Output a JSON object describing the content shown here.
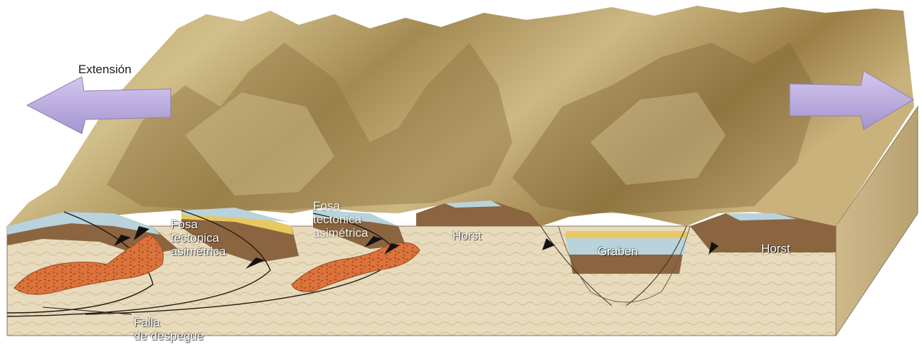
{
  "labels": {
    "extension": "Extensión",
    "fosa_left": [
      "Fosa",
      "tectonica",
      "asimétrica"
    ],
    "fosa_middle": [
      "Fosa",
      "tectonica",
      "asimétrica"
    ],
    "horst_left": "Horst",
    "graben": "Graben",
    "horst_right": "Horst",
    "falla": [
      "Falla",
      "de despegue"
    ]
  },
  "colors": {
    "terrain_light": "#c8b07a",
    "terrain_dark": "#7a6438",
    "bedrock": "#e6d6b4",
    "brown_layer": "#8a6540",
    "blue_layer": "#b9d3dc",
    "yellow_layer": "#e8c860",
    "intrusion": "#d9703a",
    "arrow": "#b9a8dc"
  }
}
